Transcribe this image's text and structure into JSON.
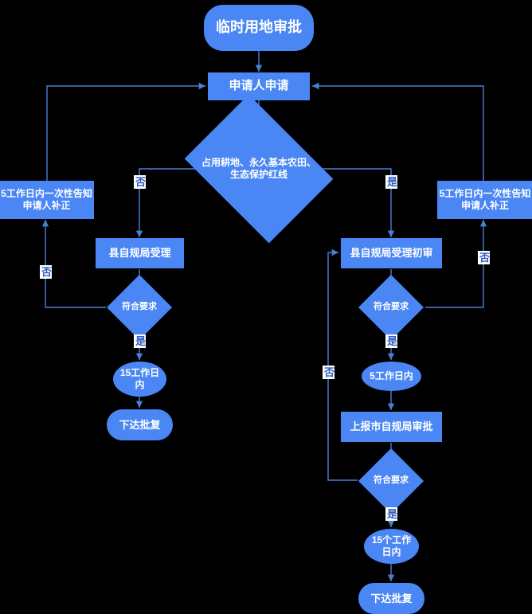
{
  "diagram": {
    "title": "临时用地审批",
    "background_color": "#000000",
    "node_fill": "#4a86f4",
    "node_text_color": "#ffffff",
    "edge_color": "#4a7fd4",
    "edge_label_text_color": "#2f5bbf",
    "edge_label_bg": "#ffffff"
  },
  "nodes": {
    "start": {
      "label": "临时用地审批",
      "shape": "terminator"
    },
    "applicant_apply": {
      "label": "申请人申请",
      "shape": "process"
    },
    "decision_land": {
      "label": "占用耕地、永久基本农田、生态保护红线",
      "shape": "decision"
    },
    "notify_left": {
      "label": "5工作日内一次性告知申请人补正",
      "shape": "process"
    },
    "notify_right": {
      "label": "5工作日内一次性告知申请人补正",
      "shape": "process"
    },
    "county_accept": {
      "label": "县自规局受理",
      "shape": "process"
    },
    "county_accept_review": {
      "label": "县自规局受理初审",
      "shape": "process"
    },
    "decision_left_req": {
      "label": "符合要求",
      "shape": "decision"
    },
    "decision_right_req": {
      "label": "符合要求",
      "shape": "decision"
    },
    "decision_city_req": {
      "label": "符合要求",
      "shape": "decision"
    },
    "days15_left": {
      "label": "15工作日内",
      "shape": "ellipse"
    },
    "days5_right": {
      "label": "5工作日内",
      "shape": "ellipse"
    },
    "days15_city": {
      "label": "15个工作日内",
      "shape": "ellipse"
    },
    "reply_left": {
      "label": "下达批复",
      "shape": "terminator"
    },
    "reply_right": {
      "label": "下达批复",
      "shape": "terminator"
    },
    "city_approve": {
      "label": "上报市自规局审批",
      "shape": "process"
    }
  },
  "edge_labels": {
    "land_no": "否",
    "land_yes": "是",
    "left_req_no": "否",
    "left_req_yes": "是",
    "right_req_no": "否",
    "right_req_yes": "是",
    "city_req_no": "否",
    "city_req_yes": "是"
  }
}
